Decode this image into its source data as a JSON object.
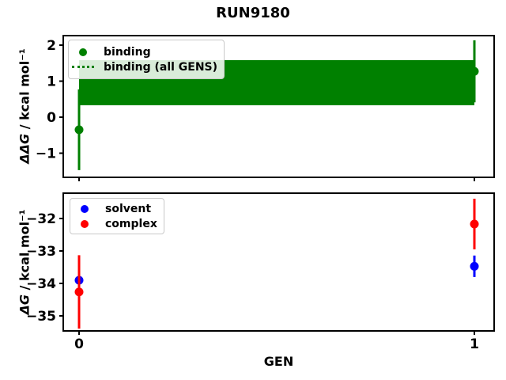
{
  "figure": {
    "title": "RUN9180",
    "xlabel": "GEN"
  },
  "chart_data": [
    {
      "type": "errorbar",
      "ylabel_math": "ΔΔG",
      "ylabel_rest": " / kcal mol⁻¹",
      "x": [
        0,
        1
      ],
      "xtick_labels": [
        "0",
        "1"
      ],
      "xlim": [
        -0.04,
        1.05
      ],
      "ylim": [
        -1.67,
        2.26
      ],
      "ytick_values": [
        2,
        1,
        0,
        -1
      ],
      "ytick_labels": [
        "2",
        "1",
        "0",
        "−1"
      ],
      "grid": false,
      "legend_position": "upper left",
      "series": [
        {
          "name": "binding",
          "color": "#008000",
          "marker": "circle",
          "y": [
            -0.35,
            1.27
          ],
          "yerr": [
            1.12,
            0.86
          ]
        },
        {
          "name": "binding (all GENS)",
          "color": "#008000",
          "line_style": "dotted",
          "y_line": 0.95,
          "band_lo": 0.33,
          "band_hi": 1.58,
          "band_x": [
            0,
            1
          ]
        }
      ]
    },
    {
      "type": "errorbar",
      "ylabel_math": "ΔG",
      "ylabel_rest": " / kcal mol⁻¹",
      "x": [
        0,
        1
      ],
      "xtick_labels": [
        "0",
        "1"
      ],
      "xlim": [
        -0.04,
        1.05
      ],
      "ylim": [
        -35.46,
        -31.22
      ],
      "ytick_values": [
        -32,
        -33,
        -34,
        -35
      ],
      "ytick_labels": [
        "−32",
        "−33",
        "−34",
        "−35"
      ],
      "grid": false,
      "legend_position": "upper left",
      "series": [
        {
          "name": "solvent",
          "color": "#0000ff",
          "marker": "circle",
          "y": [
            -33.9,
            -33.47
          ],
          "yerr": [
            0.38,
            0.33
          ]
        },
        {
          "name": "complex",
          "color": "#ff0000",
          "marker": "circle",
          "y": [
            -34.26,
            -32.17
          ],
          "yerr": [
            1.13,
            0.78
          ]
        }
      ]
    }
  ]
}
